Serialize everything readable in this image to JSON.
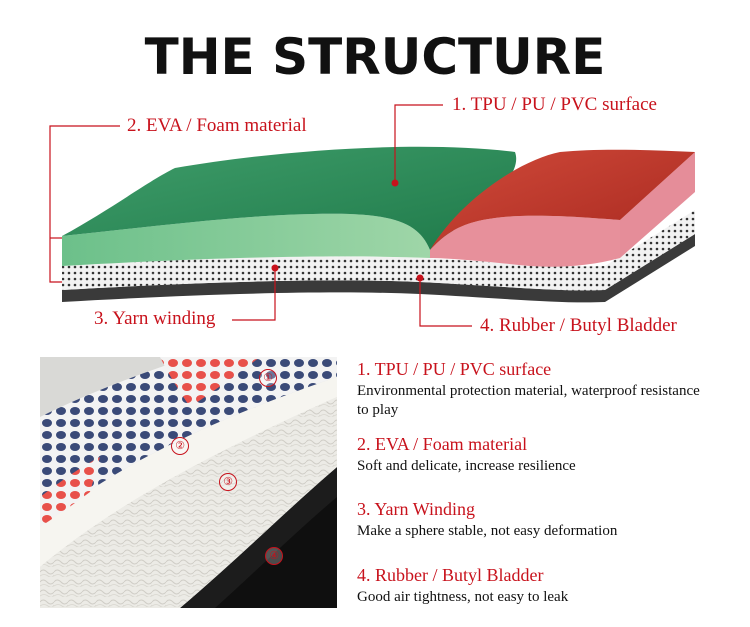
{
  "title": "THE STRUCTURE",
  "callouts": {
    "surface": "1. TPU / PU / PVC surface",
    "eva": "2. EVA / Foam material",
    "yarn": "3. Yarn winding",
    "bladder": "4. Rubber / Butyl Bladder"
  },
  "photo": {
    "markers": [
      "①",
      "②",
      "③",
      "④"
    ]
  },
  "layers": [
    {
      "heading": "1. TPU / PU / PVC surface",
      "text": "Environmental protection material, waterproof resistance to play"
    },
    {
      "heading": "2. EVA / Foam material",
      "text": "Soft and delicate, increase resilience"
    },
    {
      "heading": "3. Yarn Winding",
      "text": "Make a sphere stable, not easy deformation"
    },
    {
      "heading": "4. Rubber / Butyl Bladder",
      "text": "Good air tightness, not easy to leak"
    }
  ],
  "colors": {
    "accent": "#c8121c",
    "green_layer": "#2e8b57",
    "red_layer": "#c0392b",
    "pink_layer": "#e88a95"
  }
}
